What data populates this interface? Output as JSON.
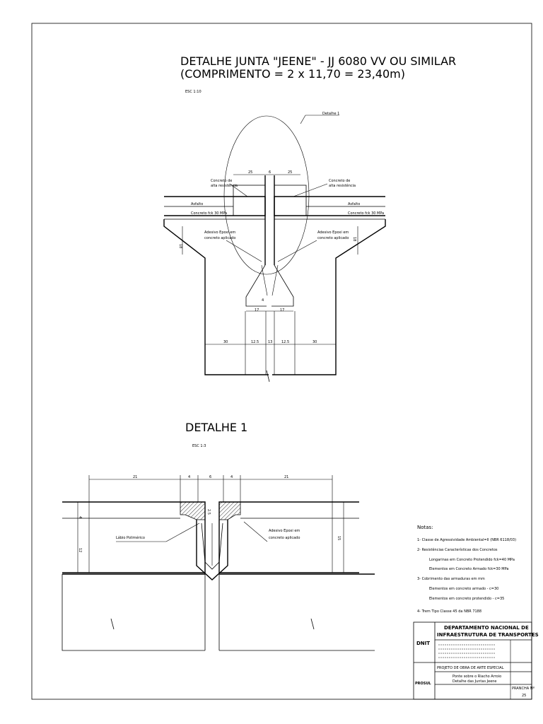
{
  "main_detail": {
    "title_line1": "DETALHE JUNTA \"JEENE\" - JJ 6080 VV OU SIMILAR",
    "title_line2": "(COMPRIMENTO = 2 x 11,70 = 23,40m)",
    "scale": "ESC 1:10",
    "callout_detail": "Detalhe 1",
    "label_concrete_left": "Concreto de",
    "label_concrete_left2": "alta resistência",
    "label_concrete_right": "Concreto de",
    "label_concrete_right2": "alta resistência",
    "label_asphalt_left": "Asfalto",
    "label_asphalt_right": "Asfalto",
    "label_fck_left": "Concreto fck 30 MPa",
    "label_fck_right": "Concreto fck 30 MPa",
    "label_epoxy_left1": "Adesivo Epoxi em",
    "label_epoxy_left2": "concreto aplicado",
    "label_epoxy_right1": "Adesivo Epoxi em",
    "label_epoxy_right2": "concreto aplicado",
    "dim_top_left": "25",
    "dim_top_mid": "6",
    "dim_top_right": "25",
    "dim_side_left": "18",
    "dim_side_right": "18",
    "dim_4": "4",
    "dim_17_left": "17",
    "dim_17_right": "17",
    "dim_bottom": [
      "30",
      "12.5",
      "13",
      "12.5",
      "30"
    ]
  },
  "detail_1": {
    "title": "DETALHE 1",
    "scale": "ESC 1:3",
    "dims_top": [
      "21",
      "4",
      "6",
      "4",
      "21"
    ],
    "label_lip": "Lábio Polimérico",
    "label_epoxy1": "Adesivo Epoxi em",
    "label_epoxy2": "concreto aplicado",
    "dim_left_a": "4",
    "dim_left_b": "12",
    "dim_mid": "2.5",
    "dim_right": "15"
  },
  "notes": {
    "heading": "Notas:",
    "items": [
      "1- Classe de Agressividade Ambiental=II (NBR 6118/03)",
      "2- Resistências Características dos Concretos",
      "Longarinas em Concreto Protendido fck=40 MPa",
      "Elementos em Concreto Armado fck=30 MPa",
      "3- Cobrimento das armaduras em mm",
      "Elementos em concreto armado - c=30",
      "Elementos em concreto protendido - c=35",
      "4- Trem Tipo Classe 45 da NBR 7188"
    ]
  },
  "title_block": {
    "org_line1": "DEPARTAMENTO NACIONAL DE",
    "org_line2": "INFRAESTRUTURA DE TRANSPORTES",
    "logo_text": "DNIT",
    "project_line": "PROJETO DE OBRA DE ARTE ESPECIAL",
    "subject_line1": "Ponte sobre o Riacho Arroio",
    "subject_line2": "Detalhe das Juntas Jeene",
    "company": "PROSUL",
    "sheet_label": "PRANCHA Nº",
    "sheet_value": "25"
  }
}
